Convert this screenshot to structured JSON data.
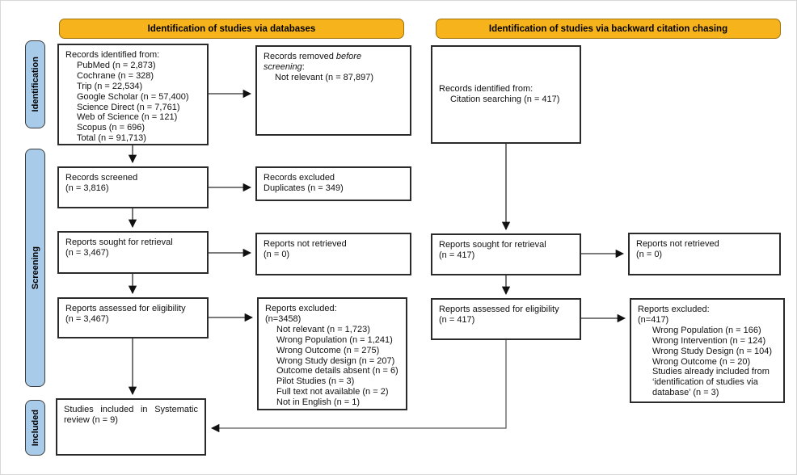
{
  "banners": {
    "databases": "Identification of studies via databases",
    "citation": "Identification of studies via backward citation chasing"
  },
  "sidebar": {
    "identification": "Identification",
    "screening": "Screening",
    "included": "Included"
  },
  "colors": {
    "banner": "#F7B31B",
    "sidebar": "#A9CBEA"
  },
  "left": {
    "records_identified": {
      "title": "Records identified from:",
      "items": [
        "PubMed (n = 2,873)",
        "Cochrane (n = 328)",
        "Trip (n = 22,534)",
        "Google Scholar (n = 57,400)",
        "Science Direct (n = 7,761)",
        "Web of Science (n = 121)",
        "Scopus (n = 696)",
        "Total (n = 91,713)"
      ]
    },
    "records_removed": {
      "prefix": "Records removed ",
      "italic": "before screening",
      "suffix": ":",
      "item": "Not relevant (n = 87,897)"
    },
    "records_screened": {
      "line1": "Records screened",
      "line2": "(n = 3,816)"
    },
    "records_excluded": {
      "line1": "Records excluded",
      "line2": "Duplicates (n = 349)"
    },
    "reports_sought": {
      "line1": "Reports sought for retrieval",
      "line2": "(n = 3,467)"
    },
    "reports_not_retrieved": {
      "line1": "Reports not retrieved",
      "line2": "(n = 0)"
    },
    "reports_assessed": {
      "line1": "Reports assessed for eligibility",
      "line2": "(n = 3,467)"
    },
    "reports_excluded": {
      "line1": "Reports excluded:",
      "line2": "(n=3458)",
      "items": [
        "Not relevant (n = 1,723)",
        "Wrong Population (n = 1,241)",
        "Wrong Outcome (n = 275)",
        "Wrong Study design (n = 207)",
        "Outcome details absent (n = 6)",
        "Pilot Studies (n = 3)",
        "Full text not available (n = 2)",
        "Not in English (n = 1)"
      ]
    },
    "studies_included": {
      "text": "Studies included in Systematic review (n = 9)"
    }
  },
  "right": {
    "records_identified": {
      "title": "Records identified from:",
      "item": "Citation searching (n = 417)"
    },
    "reports_sought": {
      "line1": "Reports sought for retrieval",
      "line2": "(n = 417)"
    },
    "reports_not_retrieved": {
      "line1": "Reports not retrieved",
      "line2": "(n = 0)"
    },
    "reports_assessed": {
      "line1": "Reports assessed for eligibility",
      "line2": "(n = 417)"
    },
    "reports_excluded": {
      "line1": "Reports excluded:",
      "line2": "(n=417)",
      "items": [
        "Wrong Population (n = 166)",
        "Wrong Intervention (n = 124)",
        "Wrong Study Design (n = 104)",
        "Wrong Outcome (n = 20)",
        "Studies already included from ‘identification of studies via database’ (n = 3)"
      ]
    }
  }
}
